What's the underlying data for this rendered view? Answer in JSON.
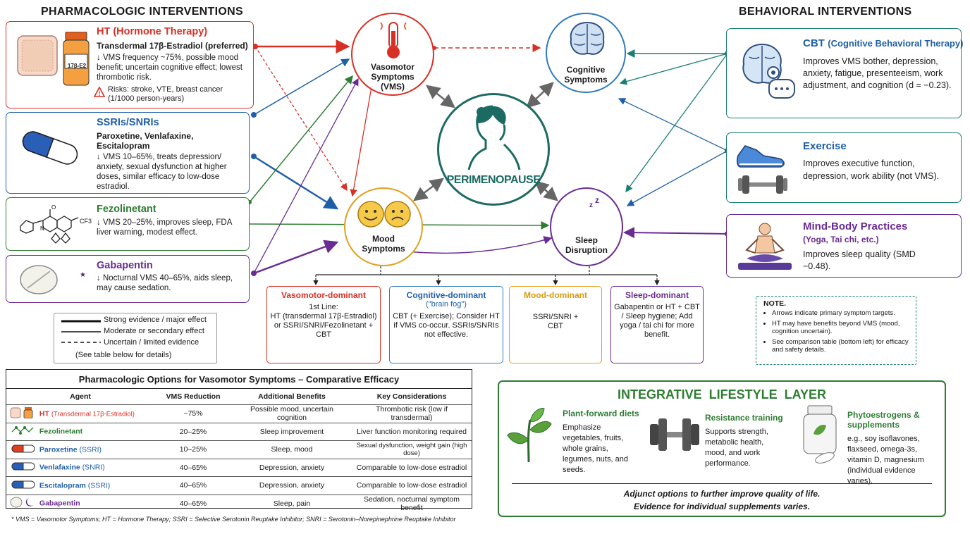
{
  "headers": {
    "pharm": "PHARMACOLOGIC INTERVENTIONS",
    "behav": "BEHAVIORAL INTERVENTIONS"
  },
  "colors": {
    "red": "#d93025",
    "blue": "#1f5fa8",
    "green": "#2e7d32",
    "purple": "#6a2c91",
    "orange": "#e0a020",
    "teal": "#1a7f73",
    "sky": "#2f7bbd",
    "tealdark": "#1b6b63"
  },
  "pharm": [
    {
      "title": "HT (Hormone Therapy)",
      "sub": "Transdermal 17β-Estradiol (preferred)",
      "text": "↓ VMS frequency ~75%, possible mood benefit; uncertain cognitive effect; lowest thrombotic risk.",
      "risk": "Risks: stroke, VTE, breast cancer (1/1000 person-years)",
      "vial": "17β-E2"
    },
    {
      "title": "SSRIs/SNRIs",
      "sub": "Paroxetine, Venlafaxine, Escitalopram",
      "text": "↓ VMS 10–65%, treats depression/ anxiety, sexual dysfunction at higher doses, similar efficacy to low-dose estradiol."
    },
    {
      "title": "Fezolinetant",
      "text": "↓ VMS 20–25%, improves sleep, FDA liver warning, modest effect.",
      "cf3": "CF3"
    },
    {
      "title": "Gabapentin",
      "text": "↓ Nocturnal VMS 40–65%, aids sleep, may cause sedation."
    }
  ],
  "behav": [
    {
      "title": "CBT",
      "title2": "(Cognitive Behavioral Therapy)",
      "text": "Improves VMS bother, depression, anxiety, fatigue, presenteeism, work adjustment, and cognition (d = −0.23)."
    },
    {
      "title": "Exercise",
      "text": "Improves executive function, depression, work ability (not VMS)."
    },
    {
      "title": "Mind-Body Practices",
      "sub": "(Yoga, Tai chi, etc.)",
      "text": "Improves sleep quality (SMD −0.48)."
    }
  ],
  "center": {
    "label": "PERIMENOPAUSE"
  },
  "symptoms": {
    "vms": "Vasomotor Symptoms (VMS)",
    "cog": "Cognitive Symptoms",
    "mood": "Mood Symptoms",
    "sleep": "Sleep Disruption"
  },
  "legend": {
    "strong": "Strong evidence / major effect",
    "moderate": "Moderate or secondary effect",
    "uncertain": "Uncertain / limited evidence",
    "see": "(See table below for details)"
  },
  "dominant": [
    {
      "title": "Vasomotor-dominant",
      "sub": "1st Line:",
      "text": "HT (transdermal 17β-Estradiol) or SSRI/SNRI/Fezolinetant + CBT"
    },
    {
      "title": "Cognitive-dominant",
      "sub": "(\"brain fog\")",
      "text": "CBT (+ Exercise); Consider HT if VMS co-occur. SSRIs/SNRIs not effective."
    },
    {
      "title": "Mood-dominant",
      "text": "SSRI/SNRI + CBT"
    },
    {
      "title": "Sleep-dominant",
      "text": "Gabapentin or HT + CBT / Sleep hygiene; Add yoga / tai chi for more benefit."
    }
  ],
  "note": {
    "title": "NOTE.",
    "items": [
      "Arrows indicate primary symptom targets.",
      "HT may have benefits beyond VMS (mood, cognition uncertain).",
      "See comparison table (bottom left) for efficacy and safety details."
    ]
  },
  "table": {
    "title": "Pharmacologic Options for Vasomotor Symptoms – Comparative Efficacy",
    "headers": [
      "Agent",
      "VMS Reduction",
      "Additional Benefits",
      "Key Considerations"
    ],
    "rows": [
      {
        "agent": "HT",
        "agent2": "(Transdermal 17β-Estradiol)",
        "vms": "~75%",
        "benefits": "Possible mood, uncertain cognition",
        "considerations": "Thrombotic risk (low if transdermal)"
      },
      {
        "agent": "Fezolinetant",
        "agent2": "",
        "vms": "20–25%",
        "benefits": "Sleep improvement",
        "considerations": "Liver function monitoring required"
      },
      {
        "agent": "Paroxetine",
        "agent2": "(SSRI)",
        "vms": "10–25%",
        "benefits": "Sleep, mood",
        "considerations": "Sexual dysfunction, weight gain (high dose)"
      },
      {
        "agent": "Venlafaxine",
        "agent2": "(SNRI)",
        "vms": "40–65%",
        "benefits": "Depression, anxiety",
        "considerations": "Comparable to low-dose estradiol"
      },
      {
        "agent": "Escitalopram",
        "agent2": "(SSRI)",
        "vms": "40–65%",
        "benefits": "Depression, anxiety",
        "considerations": "Comparable to low-dose estradiol"
      },
      {
        "agent": "Gabapentin",
        "agent2": "",
        "vms": "40–65%",
        "benefits": "Sleep, pain",
        "considerations": "Sedation, nocturnal symptom benefit"
      }
    ],
    "footnote": "* VMS = Vasomotor Symptoms; HT = Hormone Therapy; SSRI = Selective Serotonin Reuptake Inhibitor; SNRI = Serotonin–Norepinephrine Reuptake Inhibitor"
  },
  "lifestyle": {
    "title": "INTEGRATIVE  LIFESTYLE  LAYER",
    "items": [
      {
        "title": "Plant-forward diets",
        "text": "Emphasize vegetables, fruits, whole grains, legumes, nuts, and seeds."
      },
      {
        "title": "Resistance training",
        "text": "Supports strength, metabolic health, mood, and work performance."
      },
      {
        "title": "Phytoestrogens & supplements",
        "text": "e.g., soy isoflavones, flaxseed, omega-3s, vitamin D, magnesium (individual evidence varies)."
      }
    ],
    "footer1": "Adjunct options to further improve quality of life.",
    "footer2": "Evidence for individual supplements varies."
  }
}
